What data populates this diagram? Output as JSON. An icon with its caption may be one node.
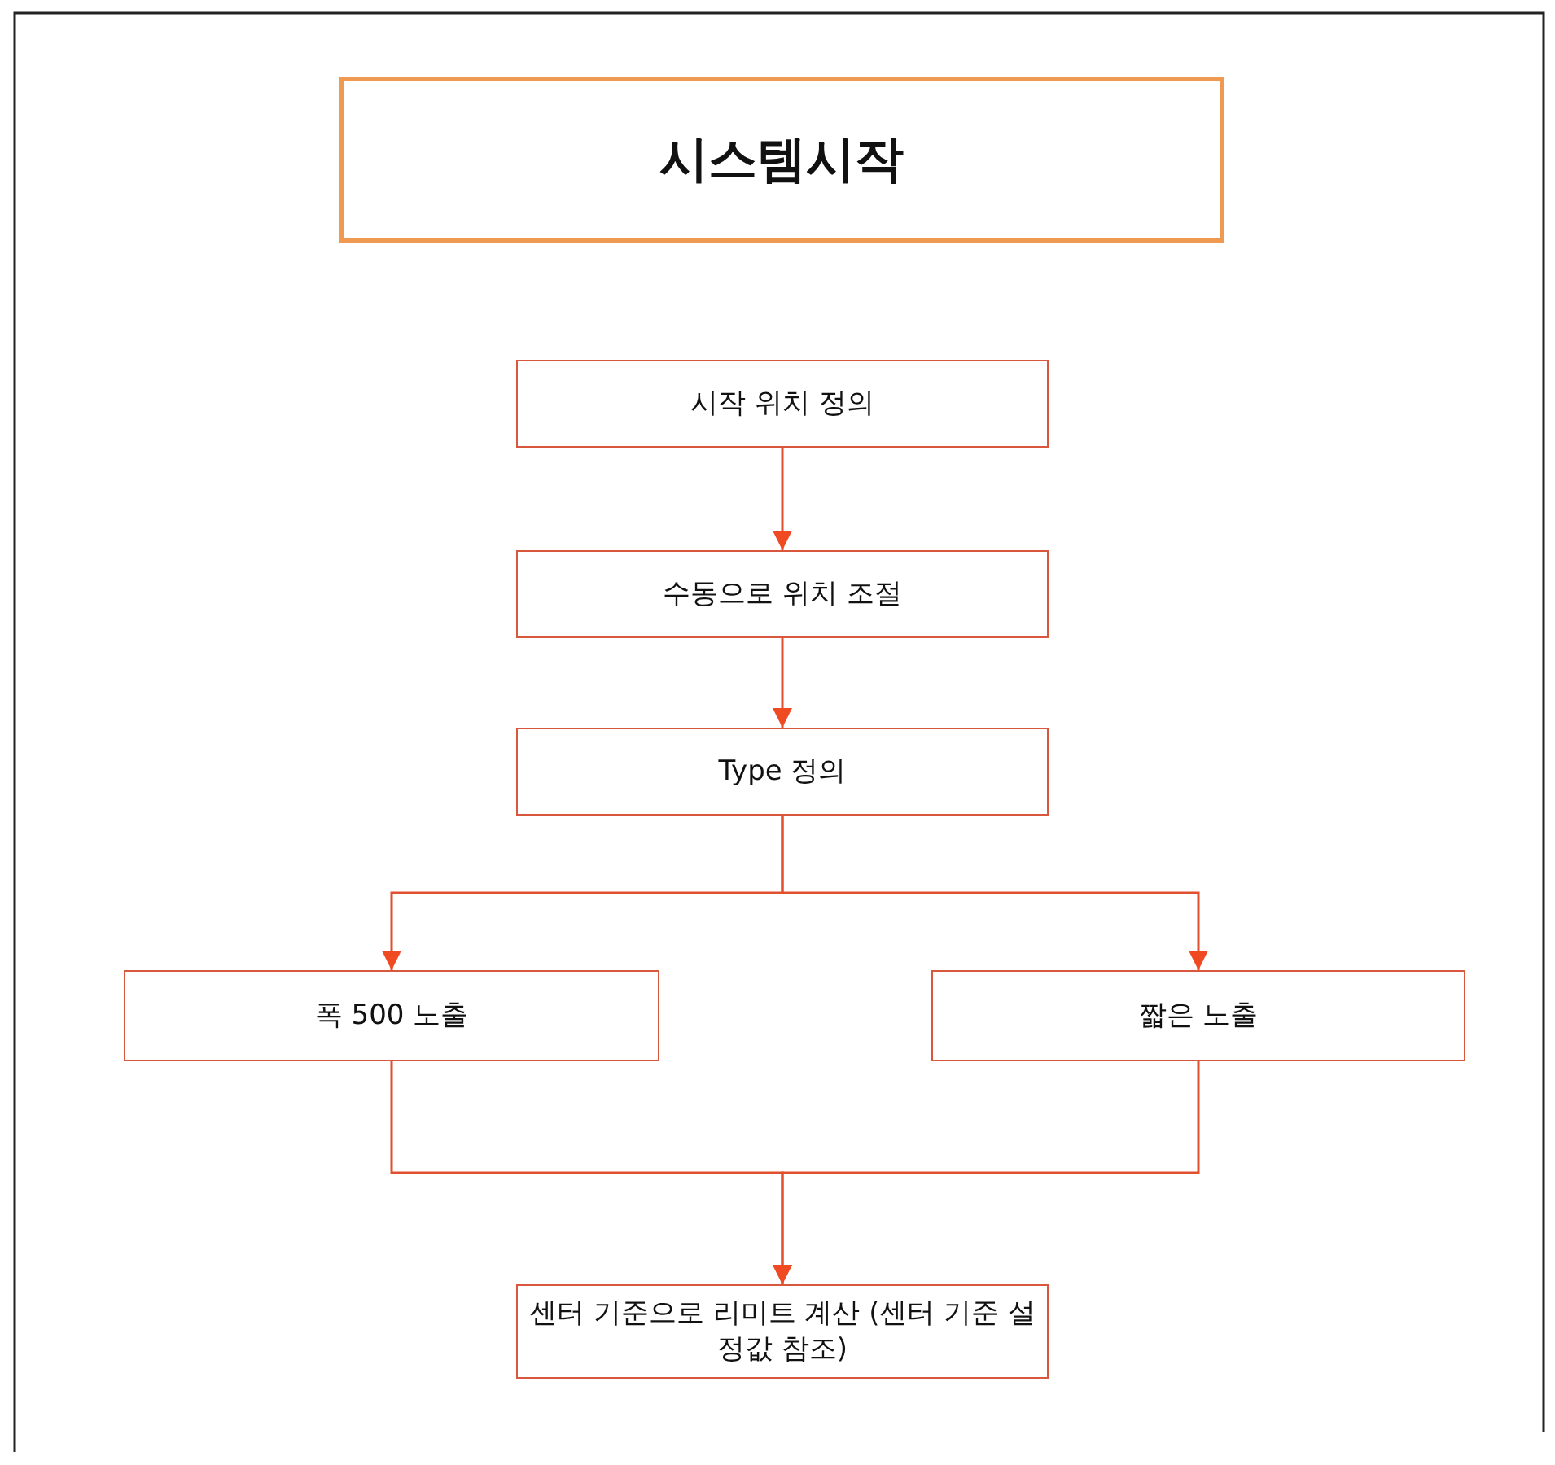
{
  "diagram": {
    "nodes": [
      {
        "text": [
          "시스템시작"
        ]
      },
      {
        "text": [
          "시작 위치 정의"
        ]
      },
      {
        "text": [
          "수동으로 위치 조절"
        ]
      },
      {
        "text": [
          "Type 정의"
        ]
      },
      {
        "text": [
          "폭 500 노출"
        ]
      },
      {
        "text": [
          "짧은 노출"
        ]
      },
      {
        "text": [
          "센터 기준으로 리미트 계산 (센터 기준 설정값 참조)"
        ]
      }
    ],
    "edges": [
      {
        "from": 1,
        "to": 2,
        "arrow": "to"
      },
      {
        "from": 2,
        "to": 3,
        "arrow": "to"
      },
      {
        "from": 3,
        "to": 4,
        "arrow": "to"
      },
      {
        "from": 3,
        "to": 5,
        "arrow": "to"
      },
      {
        "from": 4,
        "to": 6,
        "arrow": "to"
      },
      {
        "from": 5,
        "to": 6,
        "arrow": "to"
      }
    ]
  }
}
